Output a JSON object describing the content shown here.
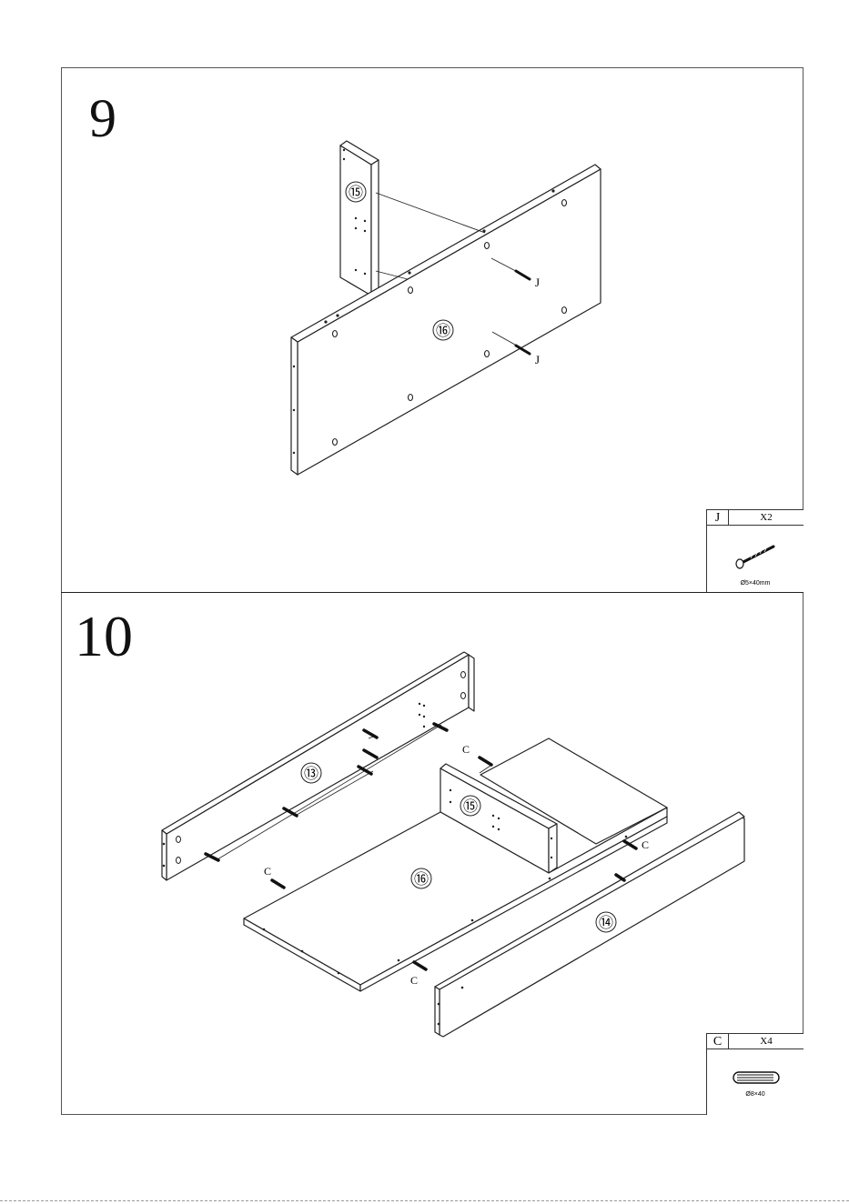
{
  "step9": {
    "number": "9",
    "parts": {
      "side": "⑮",
      "panel": "⑯"
    },
    "screw_labels": [
      "J",
      "J"
    ],
    "legend": {
      "letter": "J",
      "qty": "X2",
      "size": "Ø5×40mm",
      "icon": "screw-icon"
    }
  },
  "step10": {
    "number": "10",
    "parts": {
      "back": "⑬",
      "side": "⑮",
      "panel": "⑯",
      "front": "⑭"
    },
    "dowel_labels": [
      "C",
      "C",
      "C",
      "C"
    ],
    "legend": {
      "letter": "C",
      "qty": "X4",
      "size": "Ø8×40",
      "icon": "dowel-icon"
    }
  }
}
